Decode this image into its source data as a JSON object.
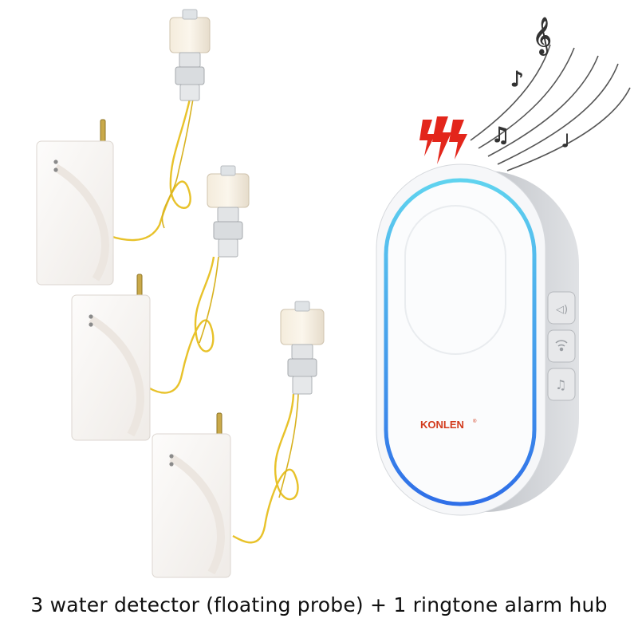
{
  "product_image": {
    "brand_label": "KONLEN",
    "brand_mark": "®",
    "caption": "3 water detector (floating probe) + 1 ringtone alarm hub",
    "detector_count": 3,
    "hub_buttons": [
      "volume-icon",
      "wifi-pairing-icon",
      "ringtone-icon"
    ],
    "colors": {
      "cable": "#e8c22a",
      "ring_top": "#5fd3ef",
      "ring_bottom": "#2f6fe8",
      "brand": "#d23a1c",
      "lightning": "#e3261b"
    }
  }
}
